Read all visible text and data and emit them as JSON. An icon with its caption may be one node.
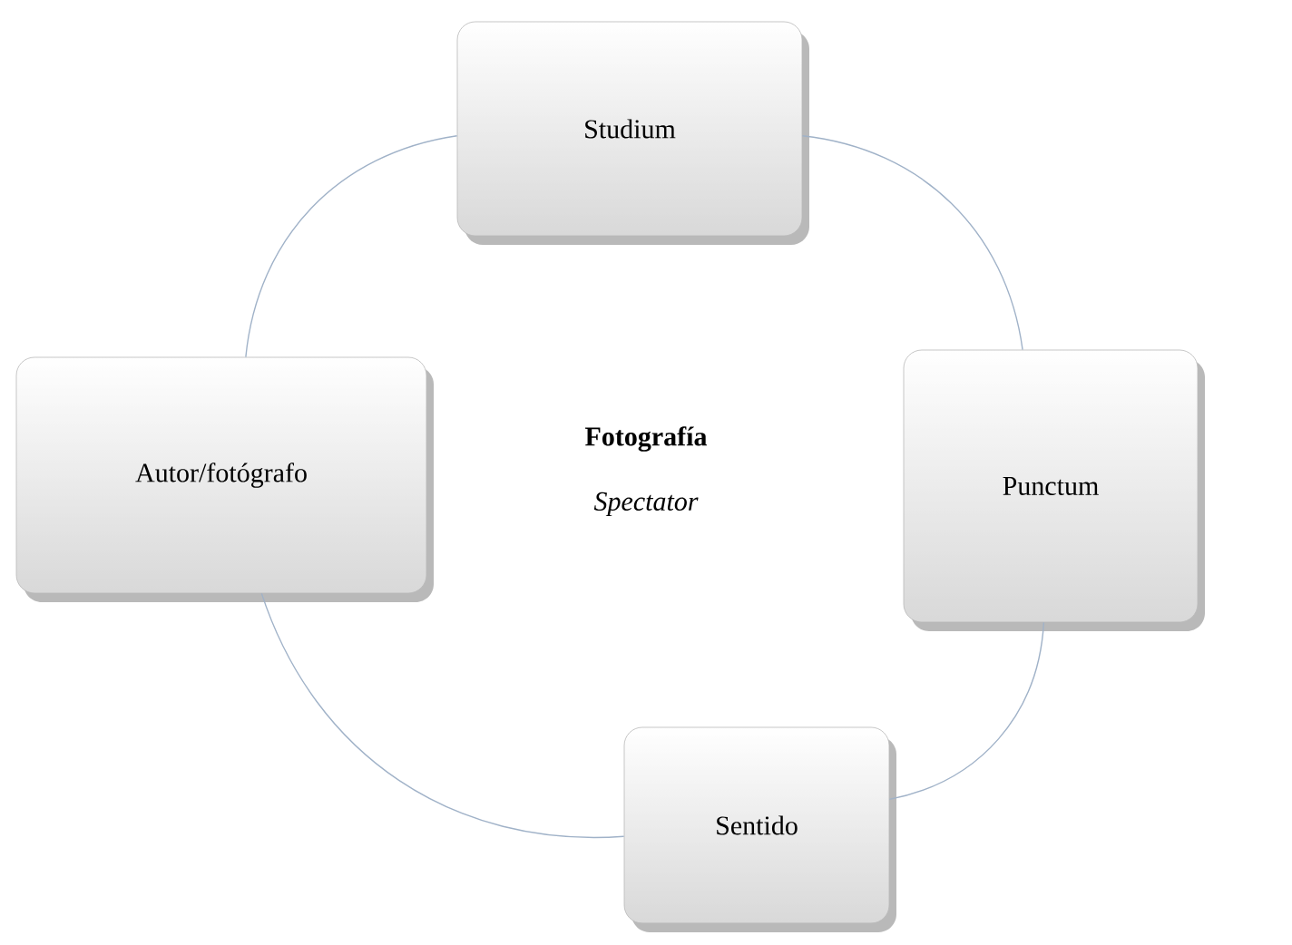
{
  "diagram": {
    "nodes": [
      {
        "text": [
          "Studium"
        ]
      },
      {
        "text": [
          "Punctum"
        ]
      },
      {
        "text": [
          "Sentido"
        ]
      },
      {
        "text": [
          "Autor/fotógrafo"
        ]
      }
    ],
    "edges": [
      {
        "from": 0,
        "to": 1,
        "arrow": "none"
      },
      {
        "from": 1,
        "to": 2,
        "arrow": "none"
      },
      {
        "from": 2,
        "to": 3,
        "arrow": "none"
      },
      {
        "from": 3,
        "to": 0,
        "arrow": "none"
      }
    ],
    "labels": [
      "Fotografía",
      "Spectator"
    ]
  }
}
